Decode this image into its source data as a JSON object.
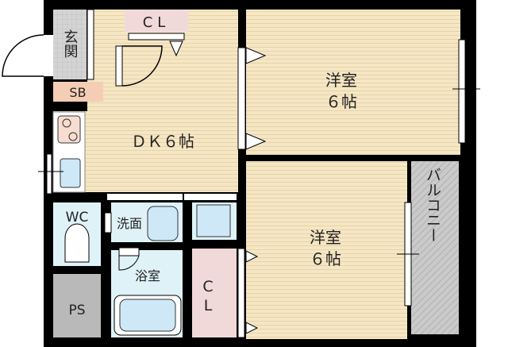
{
  "floorplan": {
    "rooms": {
      "genkan": "玄関",
      "sb": "SB",
      "cl_top": "CL",
      "dk": "ＤＫ６帖",
      "western1_name": "洋室",
      "western1_size": "６帖",
      "western2_name": "洋室",
      "western2_size": "６帖",
      "balcony": "バルコニー",
      "wc": "WC",
      "senmen": "洗面",
      "bath": "浴室",
      "ps": "PS",
      "cl_bottom_1": "C",
      "cl_bottom_2": "L"
    },
    "colors": {
      "wall": "#000000",
      "wood": "#f5e6c4",
      "closet": "#f2d9d9",
      "sb": "#f5cdb5",
      "wet": "#dff2f8",
      "ps": "#b9b9b9",
      "genkan": "#cfcfcf",
      "balcony": "#c9c9c9",
      "fixture": "#cfe8f8"
    }
  }
}
